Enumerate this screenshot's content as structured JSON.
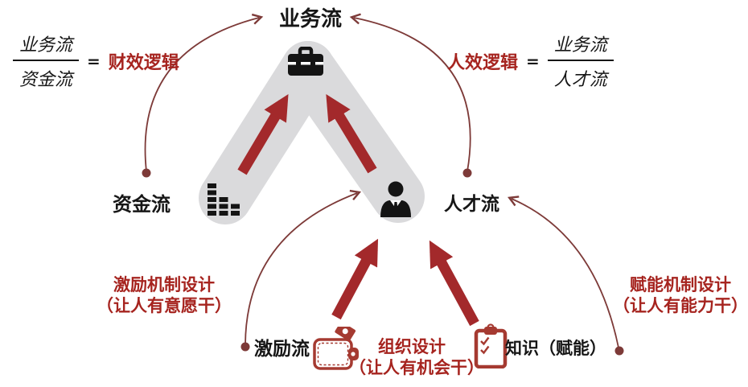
{
  "colors": {
    "red_text": "#a6241f",
    "arrow_red": "#a3292b",
    "curve": "#7d3a38",
    "shape_grey": "#dadadc",
    "icon_black": "#141414",
    "outline_red": "#a53a31",
    "background": "#ffffff"
  },
  "top": {
    "business_flow": "业务流"
  },
  "left_formula": {
    "numerator": "业务流",
    "denominator": "资金流",
    "equals": "=",
    "result": "财效逻辑"
  },
  "right_formula": {
    "result": "人效逻辑",
    "equals": "=",
    "numerator": "业务流",
    "denominator": "人才流"
  },
  "nodes": {
    "capital_flow": "资金流",
    "talent_flow": "人才流",
    "incentive_flow": "激励流",
    "knowledge": "知识（赋能）"
  },
  "annotations": {
    "incentive_design": {
      "line1": "激励机制设计",
      "line2": "（让人有意愿干）"
    },
    "org_design": {
      "line1": "组织设计",
      "line2": "（让人有机会干）"
    },
    "enable_design": {
      "line1": "赋能机制设计",
      "line2": "（让人有能力干）"
    }
  },
  "icons": {
    "briefcase": "briefcase-icon",
    "equalizer": "equalizer-bars-icon",
    "person": "businessman-icon",
    "wallet": "wallet-icon",
    "clipboard": "checklist-clipboard-icon"
  }
}
